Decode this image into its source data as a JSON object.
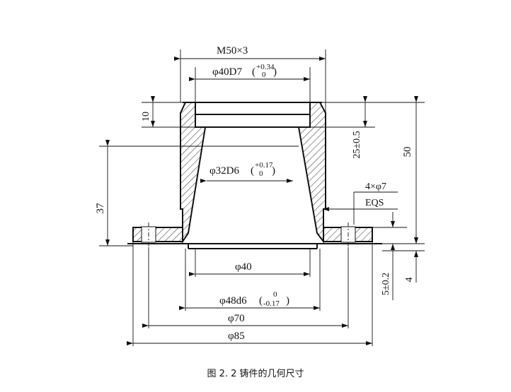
{
  "drawing": {
    "thread": "M50×3",
    "bore_top_main": "φ40D7",
    "bore_top_tol_upper": "+0.34",
    "bore_top_tol_lower": "0",
    "bore_mid_main": "φ32D6",
    "bore_mid_tol_upper": "+0.17",
    "bore_mid_tol_lower": "0",
    "bottom_bore": "φ40",
    "spigot_main": "φ48d6",
    "spigot_tol_upper": "0",
    "spigot_tol_lower": "-0.17",
    "bolt_circle": "φ70",
    "flange_od": "φ85",
    "holes_line1": "4×φ7",
    "holes_line2": "EQS",
    "dim_top_height": "10",
    "dim_mid_height": "25±0.5",
    "dim_total_height": "50",
    "dim_left_height": "37",
    "dim_flange": "5±0.2",
    "dim_spigot": "4"
  },
  "caption": "图 2. 2 铸件的几何尺寸"
}
